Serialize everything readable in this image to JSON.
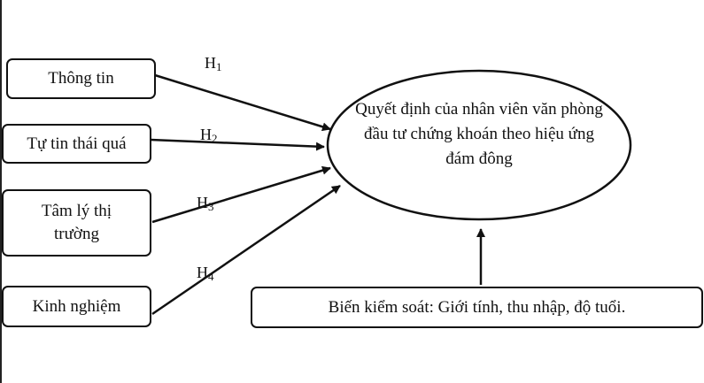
{
  "inputs": [
    {
      "label": "Thông tin",
      "hypothesis": "H",
      "sub": "1"
    },
    {
      "label": "Tự tin thái quá",
      "hypothesis": "H",
      "sub": "2"
    },
    {
      "label": "Tâm lý thị trường",
      "hypothesis": "H",
      "sub": "3"
    },
    {
      "label": "Kinh nghiệm",
      "hypothesis": "H",
      "sub": "4"
    }
  ],
  "outcome": "Quyết định của nhân viên văn phòng đầu tư chứng khoán theo hiệu ứng đám đông",
  "control": "Biến kiểm soát: Giới tính, thu nhập, độ tuổi."
}
